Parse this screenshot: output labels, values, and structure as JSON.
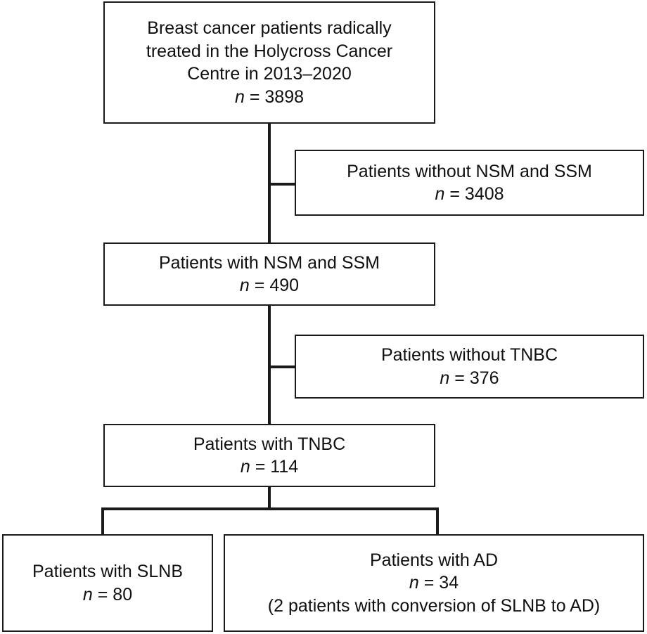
{
  "figure": {
    "type": "flowchart",
    "orientation": "vertical",
    "line_color": "#1a1a1a",
    "background_color": "#ffffff"
  },
  "nodes": {
    "cohort_total": {
      "line1": "Breast cancer patients radically",
      "line2": "treated in the Holycross Cancer",
      "line3": "Centre in 2013–2020",
      "n_label": "n",
      "n_equals": "=",
      "n_value": "3898"
    },
    "excluded_no_nsm_ssm": {
      "line1": "Patients without NSM and SSM",
      "n_label": "n",
      "n_equals": "=",
      "n_value": "3408"
    },
    "with_nsm_ssm": {
      "line1": "Patients with NSM and SSM",
      "n_label": "n",
      "n_equals": "=",
      "n_value": "490"
    },
    "excluded_no_tnbc": {
      "line1": "Patients without TNBC",
      "n_label": "n",
      "n_equals": "=",
      "n_value": "376"
    },
    "with_tnbc": {
      "line1": "Patients with TNBC",
      "n_label": "n",
      "n_equals": "=",
      "n_value": "114"
    },
    "slnb": {
      "line1": "Patients with SLNB",
      "n_label": "n",
      "n_equals": "=",
      "n_value": "80"
    },
    "ad": {
      "line1": "Patients with AD",
      "n_label": "n",
      "n_equals": "=",
      "n_value": "34",
      "note": "(2 patients with conversion of SLNB to AD)"
    }
  }
}
